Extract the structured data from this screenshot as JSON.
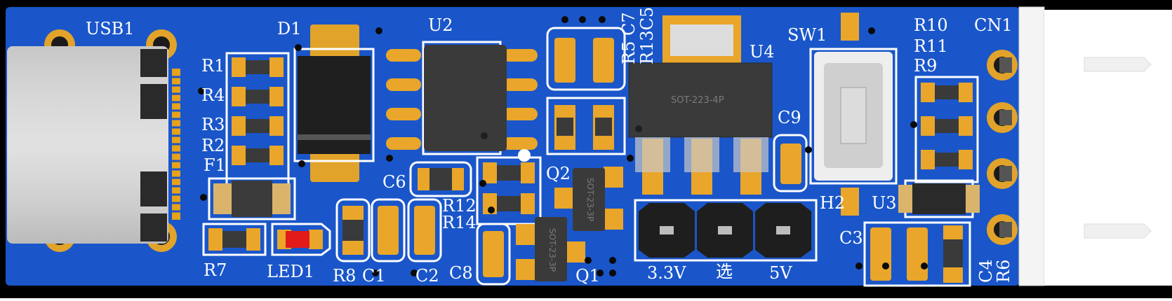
{
  "board": {
    "colors": {
      "pcb": "#1a56c9",
      "copper": "#f0a11a",
      "silk": "#ffffff",
      "chip": "#2f2f2f",
      "background": "#000000"
    },
    "designators": {
      "usb": "USB1",
      "d1": "D1",
      "u2": "U2",
      "caps_top": "R5 C7",
      "caps_top2": "R13C5",
      "u4": "U4",
      "sw1": "SW1",
      "r10": "R10",
      "r11": "R11",
      "r9": "R9",
      "cn1": "CN1",
      "r1": "R1",
      "r4": "R4",
      "r3": "R3",
      "r2": "R2",
      "f1": "F1",
      "c6": "C6",
      "q2": "Q2",
      "c9": "C9",
      "r12": "R12",
      "r14": "R14",
      "h2": "H2",
      "u3": "U3",
      "c3": "C3",
      "c4": "C4",
      "r6": "R6",
      "r7": "R7",
      "led1": "LED1",
      "r8": "R8",
      "c1": "C1",
      "c2": "C2",
      "c8": "C8",
      "q1": "Q1"
    },
    "jumper": {
      "left": "3.3V",
      "middle": "选",
      "right": "5V"
    },
    "package_marks": {
      "u4": "SOT-223-4P",
      "q2": "SOT-23-3P",
      "q1": "SOT-23-3P"
    }
  }
}
